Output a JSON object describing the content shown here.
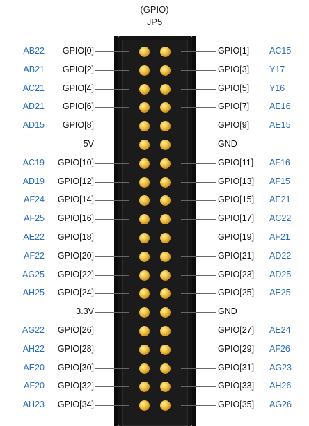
{
  "header": {
    "title": "(GPIO)",
    "subtitle": "JP5"
  },
  "colors": {
    "fpga_pin": "#2a6ebb",
    "header_body": "#141414",
    "pin_gold": "#f4c64a"
  },
  "rows": [
    {
      "left_fpga": "AB22",
      "left_signal": "GPIO[0]",
      "right_signal": "GPIO[1]",
      "right_fpga": "AC15"
    },
    {
      "left_fpga": "AB21",
      "left_signal": "GPIO[2]",
      "right_signal": "GPIO[3]",
      "right_fpga": "Y17"
    },
    {
      "left_fpga": "AC21",
      "left_signal": "GPIO[4]",
      "right_signal": "GPIO[5]",
      "right_fpga": "Y16"
    },
    {
      "left_fpga": "AD21",
      "left_signal": "GPIO[6]",
      "right_signal": "GPIO[7]",
      "right_fpga": "AE16"
    },
    {
      "left_fpga": "AD15",
      "left_signal": "GPIO[8]",
      "right_signal": "GPIO[9]",
      "right_fpga": "AE15"
    },
    {
      "left_fpga": "",
      "left_signal": "5V",
      "right_signal": "GND",
      "right_fpga": ""
    },
    {
      "left_fpga": "AC19",
      "left_signal": "GPIO[10]",
      "right_signal": "GPIO[11]",
      "right_fpga": "AF16"
    },
    {
      "left_fpga": "AD19",
      "left_signal": "GPIO[12]",
      "right_signal": "GPIO[13]",
      "right_fpga": "AF15"
    },
    {
      "left_fpga": "AF24",
      "left_signal": "GPIO[14]",
      "right_signal": "GPIO[15]",
      "right_fpga": "AE21"
    },
    {
      "left_fpga": "AF25",
      "left_signal": "GPIO[16]",
      "right_signal": "GPIO[17]",
      "right_fpga": "AC22"
    },
    {
      "left_fpga": "AE22",
      "left_signal": "GPIO[18]",
      "right_signal": "GPIO[19]",
      "right_fpga": "AF21"
    },
    {
      "left_fpga": "AF22",
      "left_signal": "GPIO[20]",
      "right_signal": "GPIO[21]",
      "right_fpga": "AD22"
    },
    {
      "left_fpga": "AG25",
      "left_signal": "GPIO[22]",
      "right_signal": "GPIO[23]",
      "right_fpga": "AD25"
    },
    {
      "left_fpga": "AH25",
      "left_signal": "GPIO[24]",
      "right_signal": "GPIO[25]",
      "right_fpga": "AE25"
    },
    {
      "left_fpga": "",
      "left_signal": "3.3V",
      "right_signal": "GND",
      "right_fpga": ""
    },
    {
      "left_fpga": "AG22",
      "left_signal": "GPIO[26]",
      "right_signal": "GPIO[27]",
      "right_fpga": "AE24"
    },
    {
      "left_fpga": "AH22",
      "left_signal": "GPIO[28]",
      "right_signal": "GPIO[29]",
      "right_fpga": "AF26"
    },
    {
      "left_fpga": "AE20",
      "left_signal": "GPIO[30]",
      "right_signal": "GPIO[31]",
      "right_fpga": "AG23"
    },
    {
      "left_fpga": "AF20",
      "left_signal": "GPIO[32]",
      "right_signal": "GPIO[33]",
      "right_fpga": "AH26"
    },
    {
      "left_fpga": "AH23",
      "left_signal": "GPIO[34]",
      "right_signal": "GPIO[35]",
      "right_fpga": "AG26"
    }
  ]
}
